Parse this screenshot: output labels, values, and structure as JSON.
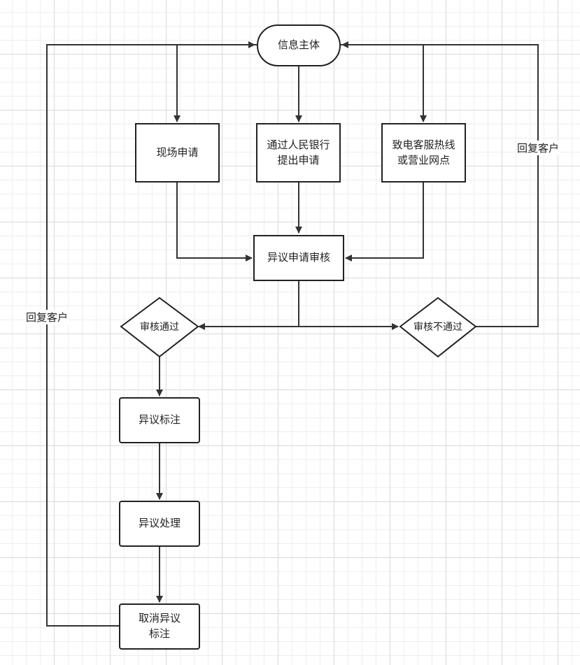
{
  "nodes": {
    "info_subject": "信息主体",
    "onsite_apply": "现场申请",
    "pboc_apply": "通过人民银行\n提出申请",
    "hotline_apply": "致电客服热线\n或营业网点",
    "dispute_review": "异议申请审核",
    "review_pass": "审核通过",
    "review_fail": "审核不通过",
    "dispute_mark": "异议标注",
    "dispute_handle": "异议处理",
    "cancel_mark": "取消异议\n标注"
  },
  "edge_labels": {
    "reply_right": "回复客户",
    "reply_left": "回复客户"
  },
  "colors": {
    "line": "#333333",
    "border": "#222222"
  }
}
